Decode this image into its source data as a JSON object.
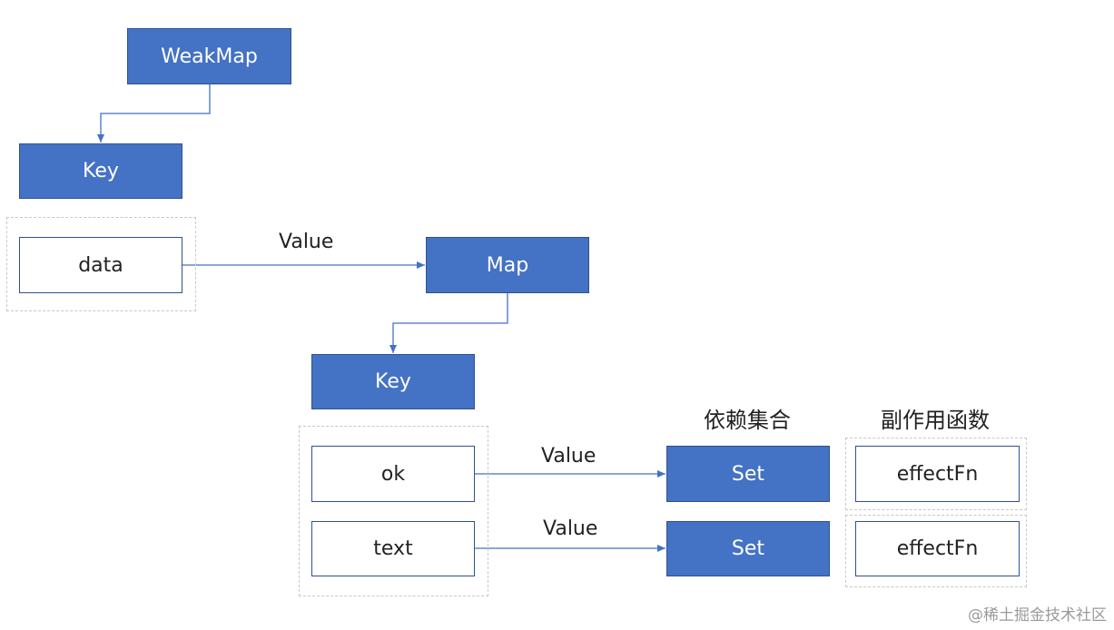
{
  "nodes": {
    "weakmap": "WeakMap",
    "key_top": "Key",
    "data": "data",
    "map": "Map",
    "key_mid": "Key",
    "ok": "ok",
    "text": "text",
    "set_ok": "Set",
    "set_text": "Set",
    "effect_ok": "effectFn",
    "effect_text": "effectFn"
  },
  "edge_labels": {
    "data_to_map": "Value",
    "ok_to_set": "Value",
    "text_to_set": "Value"
  },
  "headers": {
    "deps": "依赖集合",
    "effects": "副作用函数"
  },
  "watermark": "@稀土掘金技术社区",
  "colors": {
    "node_fill": "#4472c4",
    "node_border": "#2f528f",
    "line": "#4472c4",
    "dashed_group": "#c8c8c8"
  }
}
